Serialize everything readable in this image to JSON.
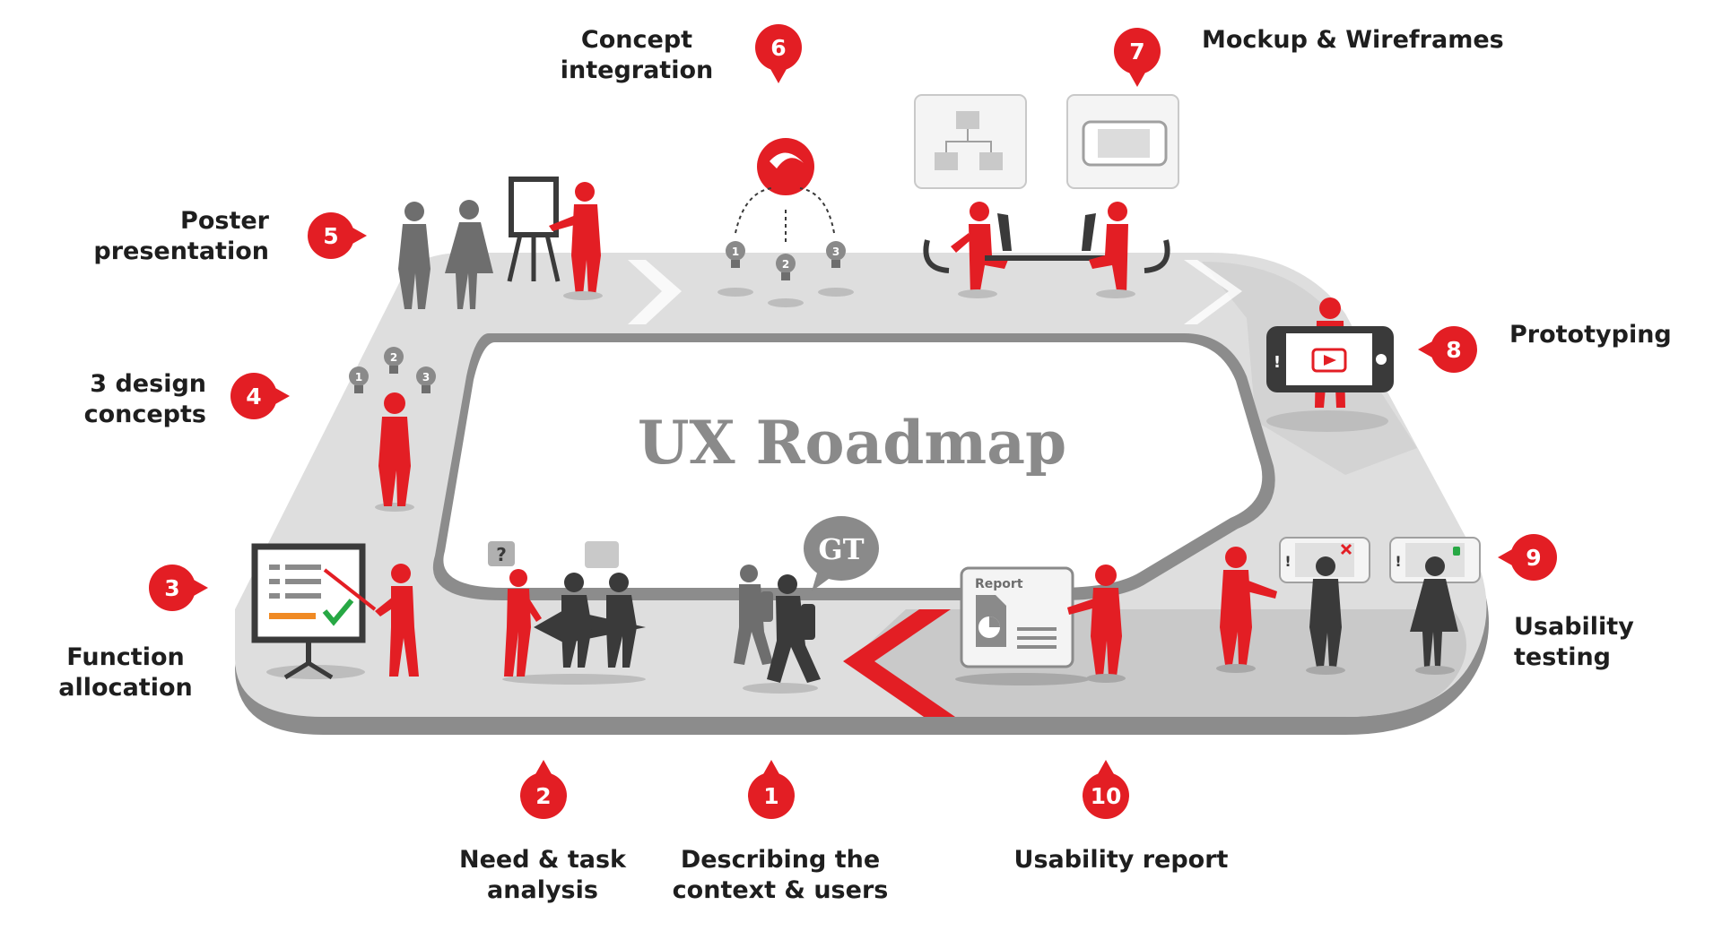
{
  "title": "UX Roadmap",
  "steps": [
    {
      "num": "1",
      "lines": [
        "Describing the",
        "context & users"
      ]
    },
    {
      "num": "2",
      "lines": [
        "Need & task",
        "analysis"
      ]
    },
    {
      "num": "3",
      "lines": [
        "Function",
        "allocation"
      ]
    },
    {
      "num": "4",
      "lines": [
        "3 design",
        "concepts"
      ]
    },
    {
      "num": "5",
      "lines": [
        "Poster",
        "presentation"
      ]
    },
    {
      "num": "6",
      "lines": [
        "Concept",
        "integration"
      ]
    },
    {
      "num": "7",
      "lines": [
        "Mockup & Wireframes"
      ]
    },
    {
      "num": "8",
      "lines": [
        "Prototyping"
      ]
    },
    {
      "num": "9",
      "lines": [
        "Usability",
        "testing"
      ]
    },
    {
      "num": "10",
      "lines": [
        "Usability report"
      ]
    }
  ],
  "illustration_text": {
    "report": "Report",
    "question": "?",
    "exclamation": "!",
    "gt_logo": "GT",
    "bulbs": [
      "1",
      "2",
      "3"
    ]
  },
  "colors": {
    "accent": "#e31e24",
    "road": "#dcdcdc",
    "road_edge": "#8c8c8c",
    "figure_dark": "#3a3a3a",
    "figure_gray": "#6e6e6e"
  }
}
